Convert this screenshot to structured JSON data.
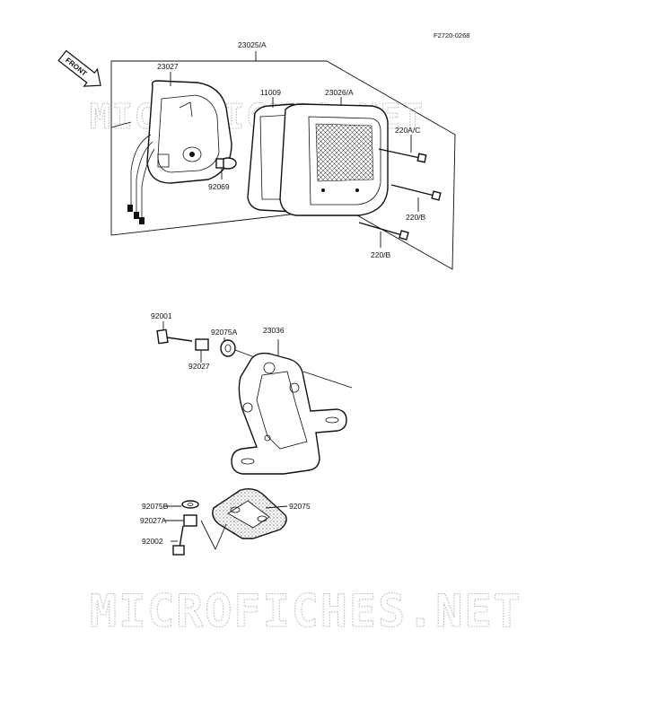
{
  "figure_ref": "F2720-0268",
  "front_label": "FRONT",
  "watermark": "MICROFICHES.NET",
  "callouts": {
    "c23025A": "23025/A",
    "c23027": "23027",
    "c11009": "11009",
    "c23026A": "23026/A",
    "c220AC": "220A/C",
    "c220B_1": "220/B",
    "c220B_2": "220/B",
    "c92069": "92069",
    "c92001": "92001",
    "c92075A": "92075A",
    "c23036": "23036",
    "c92027": "92027",
    "c92075B": "92075B",
    "c92027A": "92027A",
    "c92002": "92002",
    "c92075": "92075"
  }
}
